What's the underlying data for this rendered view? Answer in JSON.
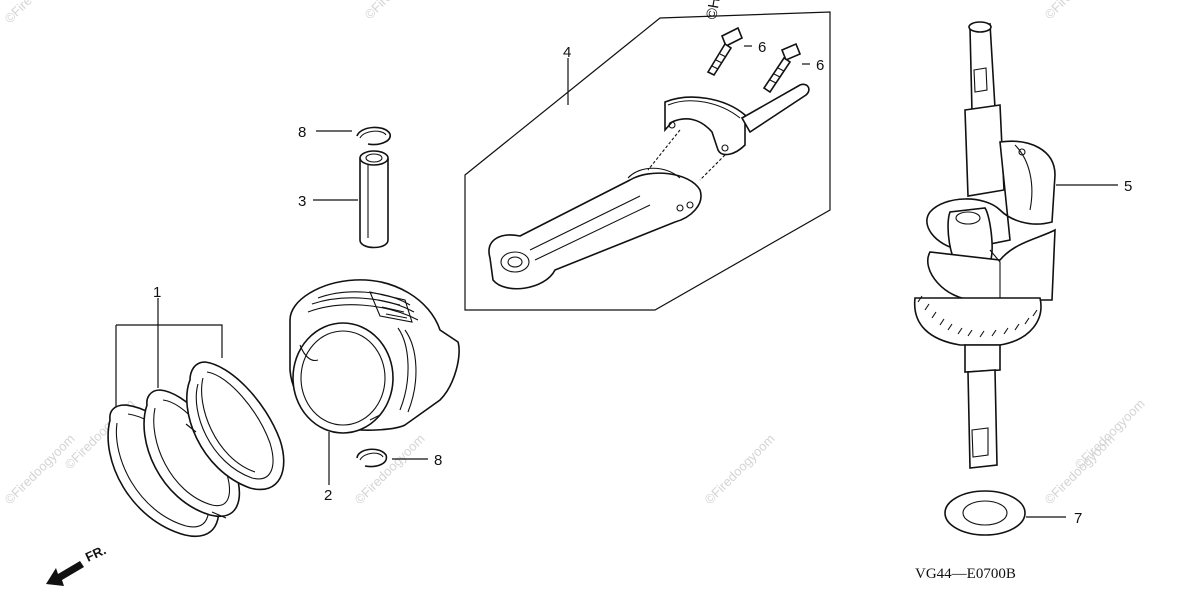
{
  "callouts": {
    "c1": "1",
    "c2": "2",
    "c3": "3",
    "c4": "4",
    "c5": "5",
    "c6a": "6",
    "c6b": "6",
    "c7": "7",
    "c8a": "8",
    "c8b": "8"
  },
  "direction_label": "FR.",
  "diagram_code": "VG44—E0700B",
  "watermark_text": "©Firedoogyoom"
}
